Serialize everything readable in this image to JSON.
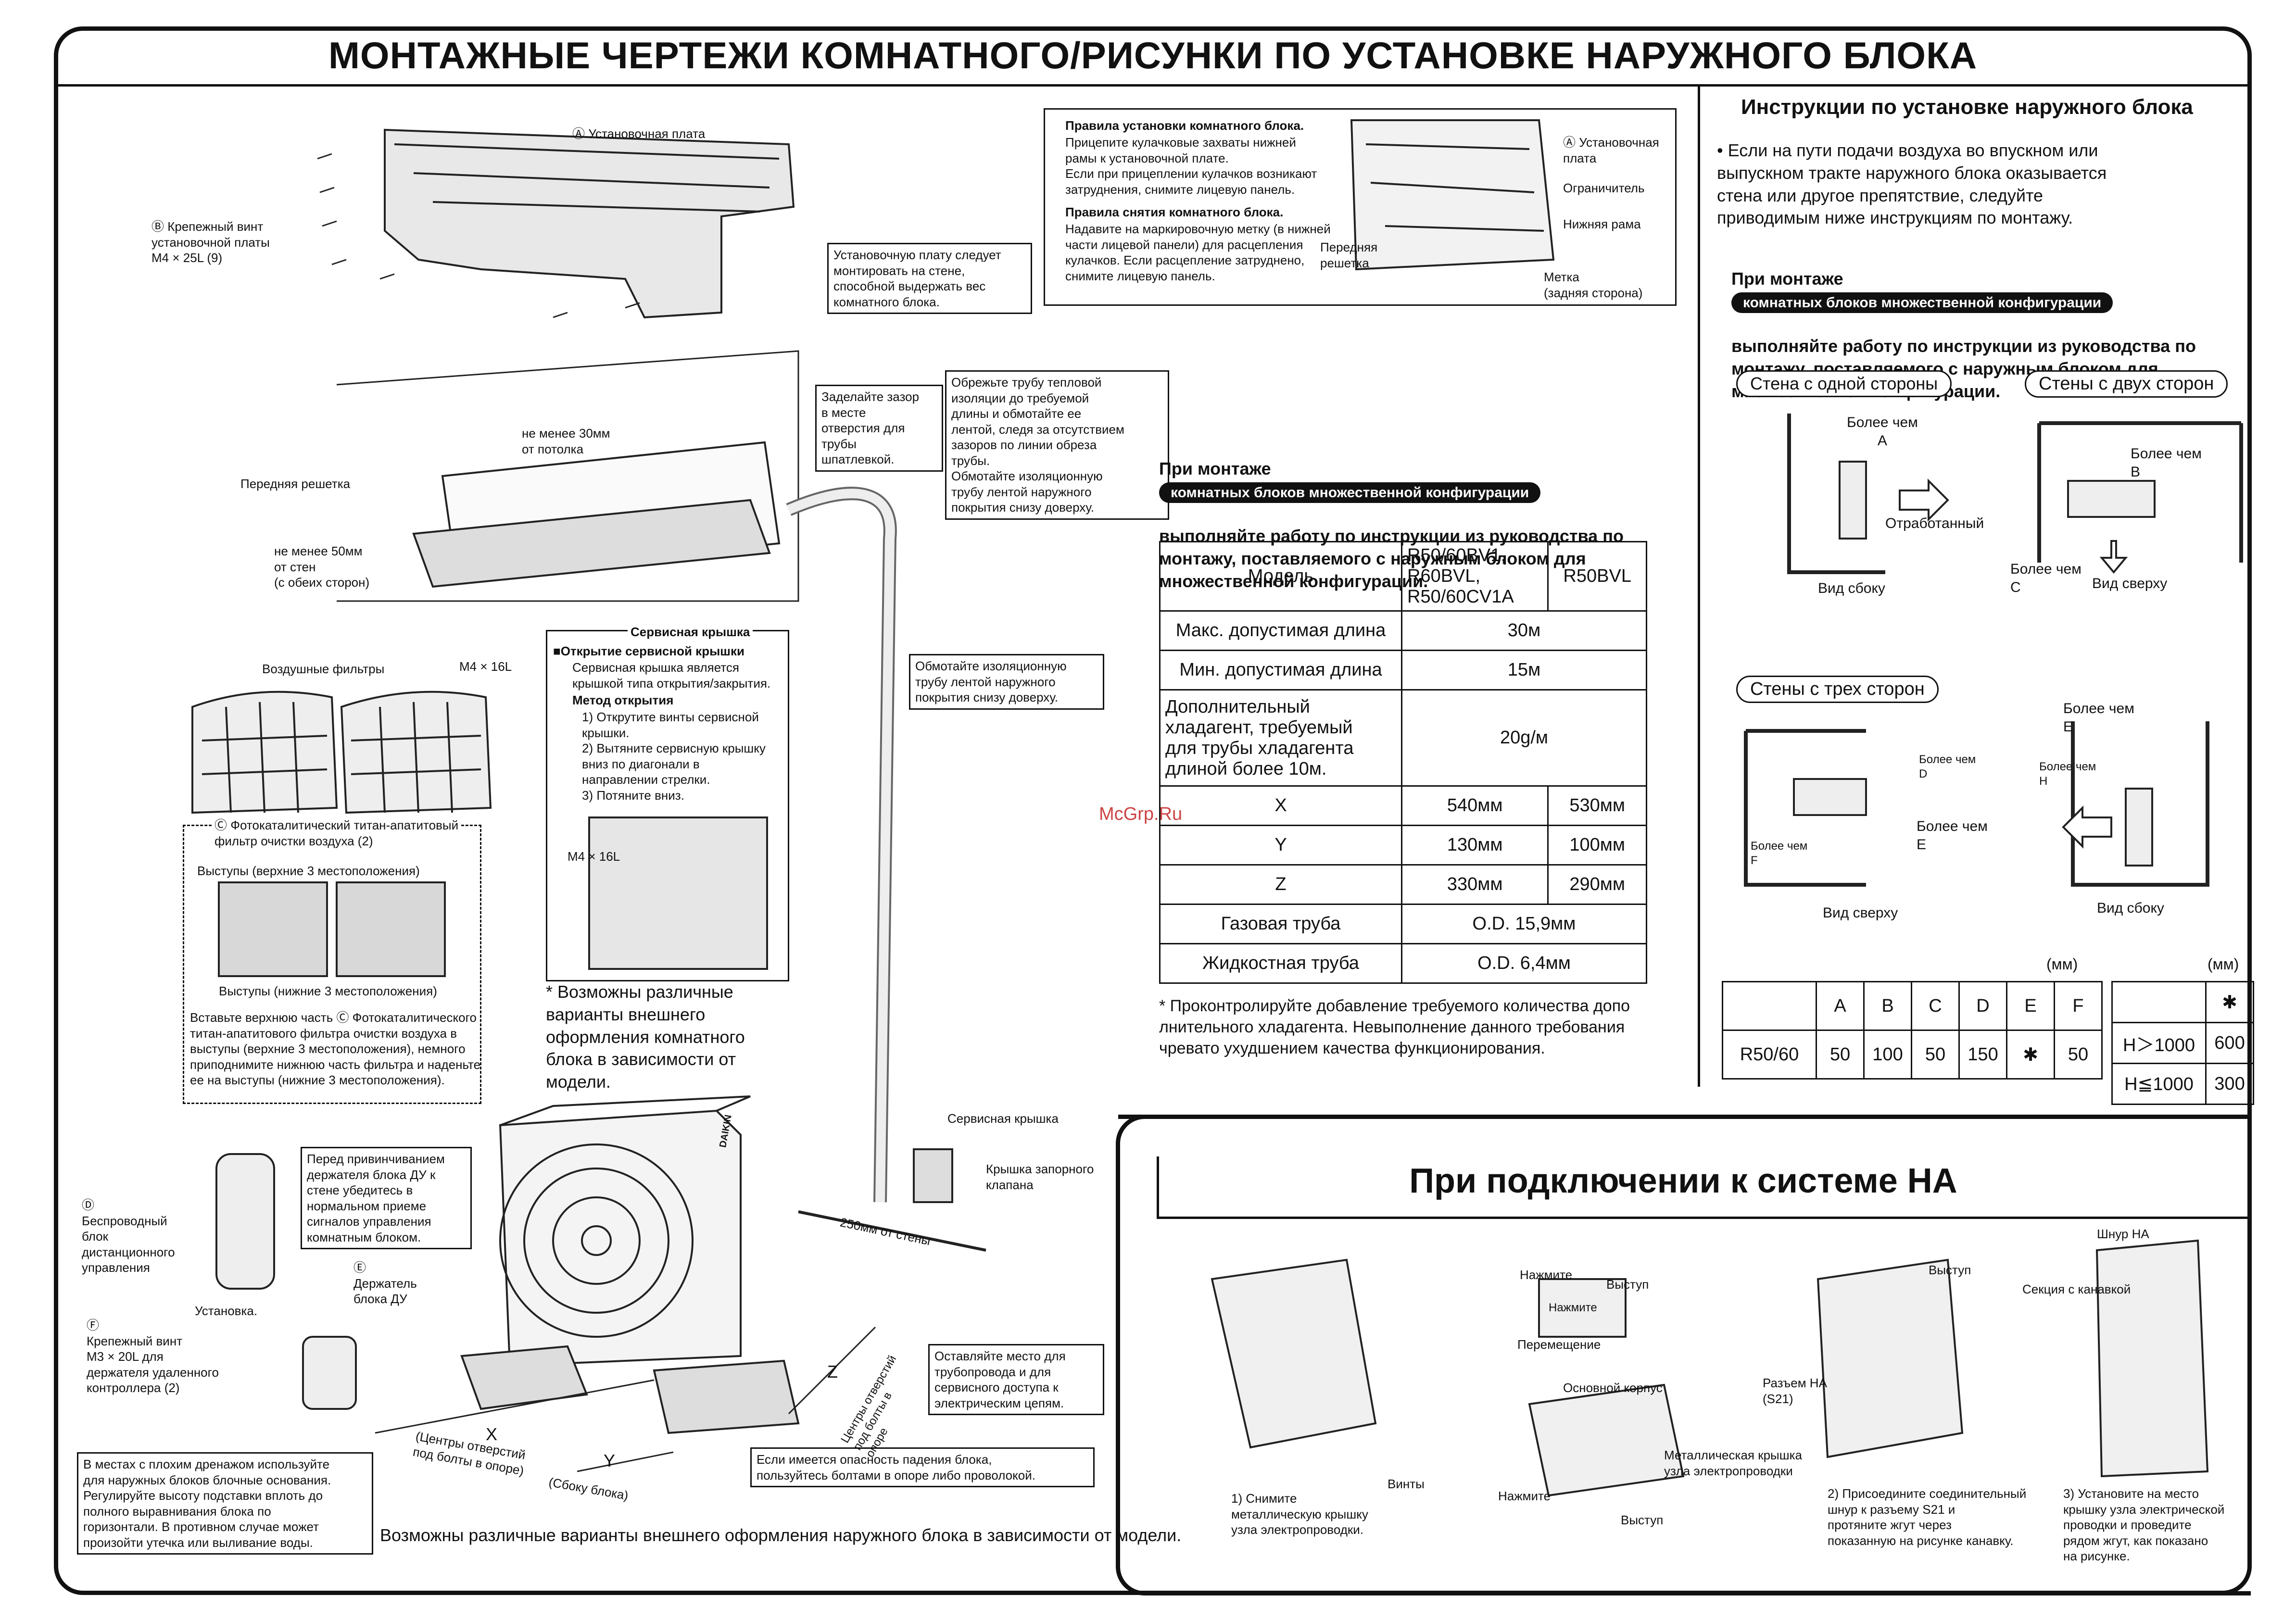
{
  "title": "МОНТАЖНЫЕ ЧЕРТЕЖИ КОМНАТНОГО/РИСУНКИ ПО УСТАНОВКЕ НАРУЖНОГО БЛОКА",
  "watermark": "McGrp.Ru",
  "indoor": {
    "plate_label": "Ⓐ Установочная плата",
    "screw_label": "Ⓑ Крепежный винт\nустановочной платы\nM4 × 25L (9)",
    "plate_note": "Установочную плату следует\nмонтировать на стене,\nспособной выдержать вес\nкомнатного блока.",
    "rules_title": "Правила установки комнатного блока.",
    "rules_text": "Прицепите кулачковые захваты нижней\nрамы к установочной плате.\nЕсли при прицеплении кулачков возникают\nзатруднения, снимите лицевую панель.",
    "removal_title": "Правила снятия комнатного блока.",
    "removal_text": "Надавите на маркировочную метку (в нижней\nчасти лицевой панели) для расцепления\nкулачков. Если расцепление затруднено,\nснимите лицевую панель.",
    "front_grille_small": "Передняя\nрешетка",
    "plate_a_small": "Ⓐ Установочная\nплата",
    "limiter": "Ограничитель",
    "lower_frame": "Нижняя рама",
    "mark": "Метка\n(задняя сторона)",
    "ceiling_gap": "не менее 30мм\nот потолка",
    "front_grille": "Передняя решетка",
    "wall_gap": "не менее 50мм\nот стен\n(с обеих сторон)",
    "m4_16l": "M4 × 16L",
    "seal_note": "Заделайте зазор\nв месте\nотверстия для\nтрубы\nшпатлевкой.",
    "insulation_note": "Обрежьте трубу тепловой\nизоляции до требуемой\nдлины и обмотайте ее\nлентой, следя за отсутствием\nзазоров по линии обреза\nтрубы.\nОбмотайте изоляционную\nтрубу лентой наружного\nпокрытия снизу доверху.",
    "wrap_note": "Обмотайте изоляционную\nтрубу лентой наружного\nпокрытия снизу доверху.",
    "filters": "Воздушные фильтры",
    "service_cover_title": "Сервисная крышка",
    "service_open_title": "■Открытие сервисной крышки",
    "service_text": "Сервисная крышка является\nкрышкой типа открытия/закрытия.",
    "method_title": "Метод открытия",
    "method_steps": "1) Открутите винты сервисной\n    крышки.\n2) Вытяните сервисную крышку\n    вниз по диагонали в\n    направлении стрелки.\n3) Потяните вниз.",
    "m4_16l_small": "M4 × 16L",
    "photocatalytic": "Ⓒ Фотокаталитический титан-апатитовый\nфильтр очистки воздуха (2)",
    "tabs_top": "Выступы (верхние 3 местоположения)",
    "tabs_bottom": "Выступы (нижние 3 местоположения)",
    "filter_instr": "Вставьте верхнюю часть Ⓒ Фотокаталитического\nтитан-апатитового фильтра очистки воздуха в\nвыступы (верхние 3 местоположения), немного\nприподнимите нижнюю часть фильтра и наденьте\nее на выступы (нижние 3 местоположения).",
    "design_note": "* Возможны различные\n  варианты внешнего\n  оформления комнатного\n  блока в зависимости от\n  модели.",
    "remote": "Ⓓ\nБеспроводный\nблок\nдистанционного\nуправления",
    "install": "Установка.",
    "remote_note": "Перед привинчиванием\nдержателя блока ДУ к\nстене убедитесь в\nнормальном приеме\nсигналов управления\nкомнатным блоком.",
    "holder": "Ⓔ\nДержатель\nблока ДУ",
    "screw_f": "Ⓕ\nКрепежный винт\nM3 × 20L для\nдержателя удаленного\nконтроллера (2)"
  },
  "outdoor": {
    "service_cover": "Сервисная крышка",
    "valve_cover": "Крышка запорного\nклапана",
    "wall_250": "250мм от стены",
    "space_note": "Оставляйте место для\nтрубопровода и для\nсервисного доступа к\nэлектрическим цепям.",
    "fall_note": "Если имеется опасность падения блока,\nпользуйтесь болтами в опоре либо проволокой.",
    "drain_note": "В местах с плохим дренажом используйте\nдля наружных блоков блочные основания.\nРегулируйте высоту подставки вплоть до\nполного выравнивания блока по\nгоризонтали. В противном случае может\nпроизойти утечка или выливание воды.",
    "x": "X",
    "y": "Y",
    "z": "Z",
    "bolt_centers": "(Центры отверстий\nпод болты в опоре)",
    "side_view": "(Сбоку блока)",
    "z_centers": "Центры отверстий\nпод болты в\nопоре",
    "design_note": "Возможны различные варианты внешнего оформления наружного блока в зависимости от модели.",
    "brand": "DAIKIN"
  },
  "multi": {
    "prefix": "При монтаже",
    "pill": "комнатных блоков множественной конфигурации",
    "suffix": "выполняйте работу по инструкции из руководства по\nмонтажу, поставляемого с наружным блоком для\nмножественной конфигурации."
  },
  "spec_table": {
    "header": [
      "Модель",
      "R50/60BV1,\nR60BVL,\nR50/60CV1A",
      "R50BVL"
    ],
    "rows": [
      [
        "Макс. допустимая длина",
        "30м",
        null
      ],
      [
        "Мин. допустимая длина",
        "15м",
        null
      ],
      [
        "Дополнительный\nхладагент, требуемый\nдля трубы хладагента\nдлиной более 10м.",
        "20g/м",
        null
      ],
      [
        "X",
        "540мм",
        "530мм"
      ],
      [
        "Y",
        "130мм",
        "100мм"
      ],
      [
        "Z",
        "330мм",
        "290мм"
      ],
      [
        "Газовая труба",
        "O.D. 15,9мм",
        null
      ],
      [
        "Жидкостная труба",
        "O.D. 6,4мм",
        null
      ]
    ],
    "footnote": "* Проконтролируйте добавление требуемого количества допо\n  лнительного хладагента. Невыполнение данного требования\n  чревато ухудшением качества функционирования."
  },
  "outdoor_instr": {
    "title": "Инструкции по установке наружного блока",
    "bullet": "• Если на пути подачи воздуха во впускном или\n  выпускном тракте наружного блока оказывается\n  стена или другое препятствие, следуйте\n  приводимым ниже инструкциям по монтажу.",
    "prefix": "При монтаже",
    "pill": "комнатных блоков множественной конфигурации",
    "suffix": "выполняйте работу по инструкции из руководства по\nмонтажу, поставляемого с наружным блоком для\nмножественной конфигурации.",
    "wall_one": "Стена с одной стороны",
    "wall_two": "Стены с двух сторон",
    "wall_three": "Стены с трех сторон",
    "more_a": "Более чем\nA",
    "more_b": "Более чем\nB",
    "more_c": "Более чем\nC",
    "more_d": "Более чем\nD",
    "more_e": "Более чем\nE",
    "more_e2": "Более чем\nE",
    "more_f": "Более чем\nF",
    "more_h": "Более чем\nH",
    "exhaust": "Отработанный",
    "side_view": "Вид сбоку",
    "top_view": "Вид сверху",
    "top_view2": "Вид сверху",
    "side_view2": "Вид сбоку",
    "mm1": "(мм)",
    "mm2": "(мм)",
    "dist_header": [
      "",
      "A",
      "B",
      "C",
      "D",
      "E",
      "F"
    ],
    "dist_row": [
      "R50/60",
      "50",
      "100",
      "50",
      "150",
      "✱",
      "50"
    ],
    "h_header": [
      "",
      "✱"
    ],
    "h_rows": [
      [
        "H＞1000",
        "600"
      ],
      [
        "H≦1000",
        "300"
      ]
    ]
  },
  "ha": {
    "title": "При подключении к системе HA",
    "screws": "Винты",
    "step1": "1) Снимите\n    металлическую крышку\n    узла электропроводки.",
    "press1": "Нажмите",
    "tab1": "Выступ",
    "press2": "Нажмите",
    "move": "Перемещение",
    "main_body": "Основной корпус",
    "metal_cover": "Металлическая крышка\nузла электропроводки",
    "press3": "Нажмите",
    "tab2": "Выступ",
    "tab3": "Выступ",
    "groove": "Секция с канавкой",
    "ha_connector": "Разъем HA\n(S21)",
    "step2": "2)  Присоедините соединительный\n     шнур к разъему S21 и\n     протяните жгут через\n     показанную на рисунке канавку.",
    "ha_cord": "Шнур HA",
    "step3": "3)  Установите на место\n     крышку узла электрической\n     проводки и проведите\n     рядом жгут, как показано\n     на рисунке."
  }
}
